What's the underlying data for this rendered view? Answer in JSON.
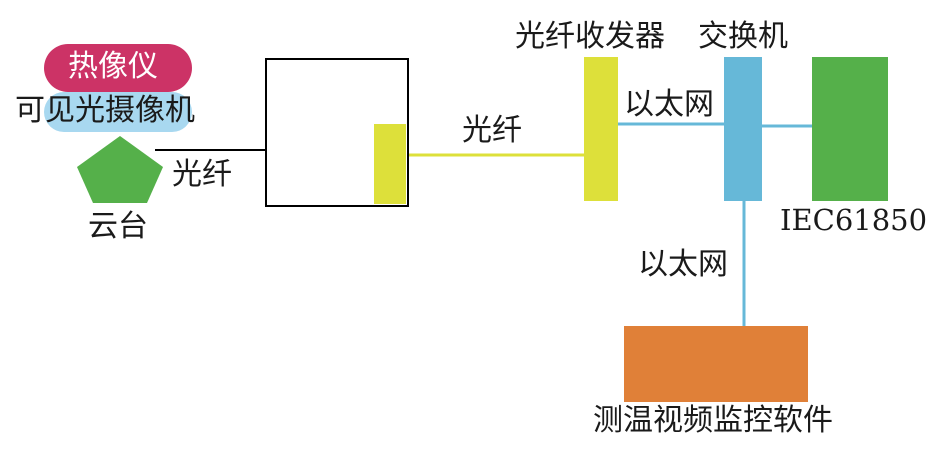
{
  "labels": {
    "thermal_camera": "热像仪",
    "visible_camera": "可见光摄像机",
    "pan_tilt": "云台",
    "fiber_left": "光纤",
    "fiber_middle": "光纤",
    "fiber_transceiver": "光纤收发器",
    "switch": "交换机",
    "ethernet_top": "以太网",
    "ethernet_bottom": "以太网",
    "iec_device": "IEC61850",
    "monitoring_software": "测温视频监控软件"
  },
  "colors": {
    "thermal_pill": "#cc3366",
    "visible_pill": "#a8d8f0",
    "pan_tilt": "#55b04a",
    "transceiver": "#dde03a",
    "switch": "#66b8d8",
    "iec_device": "#55b04a",
    "software": "#e08038",
    "fiber_line": "#dde03a",
    "ethernet_line": "#66b8d8",
    "box_border": "#000000"
  }
}
